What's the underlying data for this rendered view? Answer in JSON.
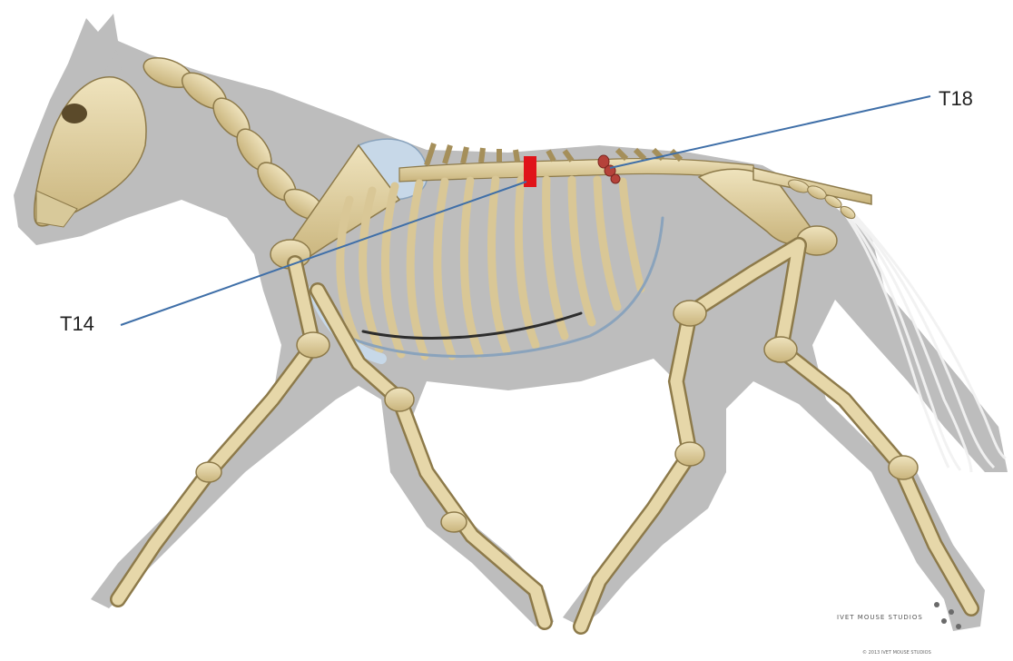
{
  "labels": {
    "t14": "T14",
    "t18": "T18"
  },
  "watermark": {
    "line1": "IVET MOUSE STUDIOS",
    "line2": "© 2013 IVET MOUSE STUDIOS"
  },
  "colors": {
    "silhouette": "#bdbdbd",
    "bone": "#e4d6a8",
    "bone_shadow": "#9f8a54",
    "cartilage": "#c7d8e8",
    "leader_line": "#3f6fa8",
    "marker": "#e0141a",
    "lesion": "#b5423a",
    "tail": "#eeeeee"
  }
}
